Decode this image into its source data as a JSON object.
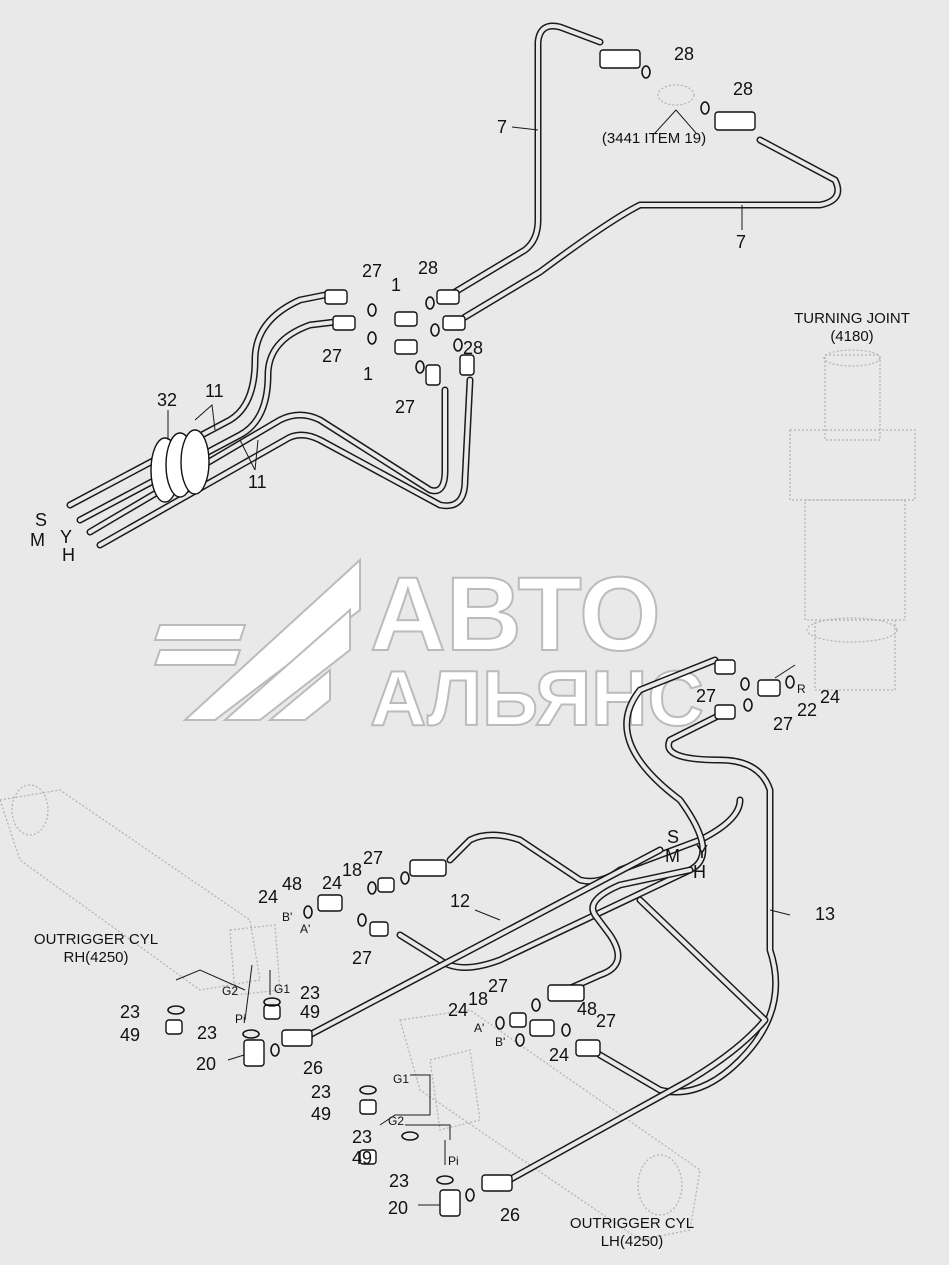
{
  "watermark": {
    "line1": "АВТО",
    "line2": "АЛЬЯНС"
  },
  "components": {
    "turning_joint": {
      "title": "TURNING JOINT",
      "ref": "(4180)"
    },
    "outrigger_rh": {
      "title": "OUTRIGGER CYL",
      "ref": "RH(4250)"
    },
    "outrigger_lh": {
      "title": "OUTRIGGER CYL",
      "ref": "LH(4250)"
    },
    "ref_note": "(3441 ITEM 19)"
  },
  "ports": {
    "S": "S",
    "M": "M",
    "Y": "Y",
    "H": "H",
    "R": "R",
    "A_prime": "A'",
    "B_prime": "B'",
    "G1": "G1",
    "G2": "G2",
    "Pi": "Pi"
  },
  "part_numbers": {
    "p1": "1",
    "p7": "7",
    "p11": "11",
    "p12": "12",
    "p13": "13",
    "p18": "18",
    "p20": "20",
    "p22": "22",
    "p23": "23",
    "p24": "24",
    "p26": "26",
    "p27": "27",
    "p28": "28",
    "p32": "32",
    "p48": "48",
    "p49": "49"
  }
}
